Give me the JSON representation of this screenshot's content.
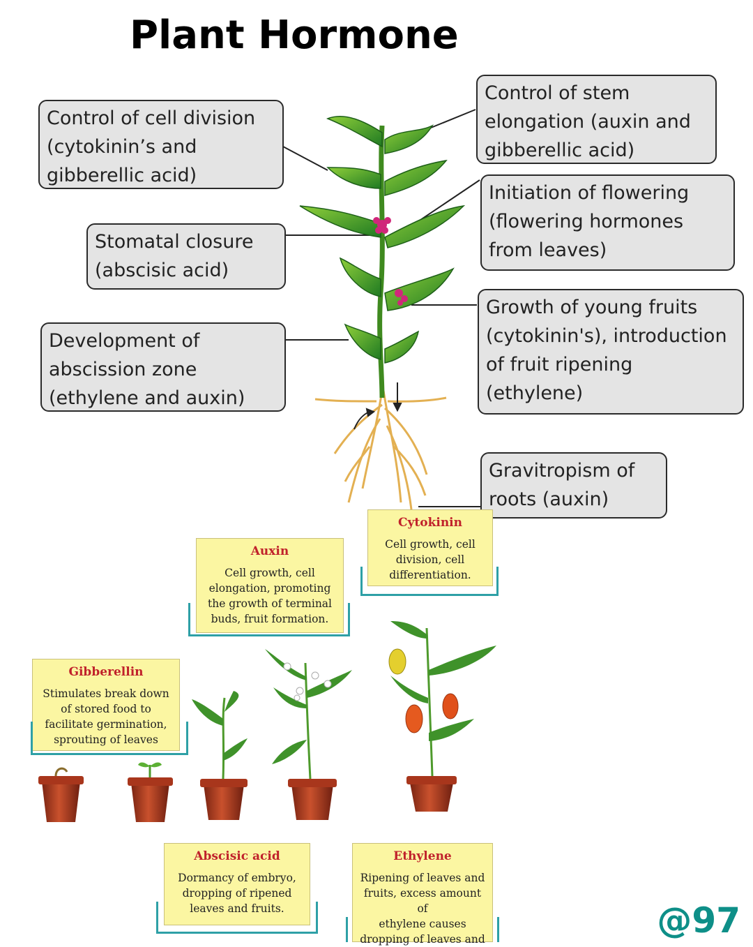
{
  "title": "Plant Hormone",
  "callouts": {
    "cell_division": "Control of cell division\n(cytokinin’s and\ngibberellic acid)",
    "stem_elongation": "Control of stem\nelongation (auxin and\ngibberellic acid)",
    "flowering": "Initiation of flowering\n(flowering hormones\nfrom leaves)",
    "stomatal": "Stomatal closure\n(abscisic acid)",
    "young_fruits": "Growth of young fruits\n(cytokinin's), introduction\nof fruit ripening\n(ethylene)",
    "abscission": "Development of\nabscission zone\n(ethylene and auxin)",
    "gravitropism": "Gravitropism of\nroots (auxin)"
  },
  "cards": {
    "cytokinin": {
      "title": "Cytokinin",
      "body": "Cell growth, cell\ndivision, cell\ndifferentiation."
    },
    "auxin": {
      "title": "Auxin",
      "body": "Cell growth, cell\nelongation, promoting\nthe growth of terminal\nbuds, fruit formation."
    },
    "gibberellin": {
      "title": "Gibberellin",
      "body": "Stimulates break down\nof stored food to\nfacilitate germination,\nsprouting of leaves"
    },
    "abscisic": {
      "title": "Abscisic acid",
      "body": "Dormancy of embryo,\ndropping of ripened\nleaves and fruits."
    },
    "ethylene": {
      "title": "Ethylene",
      "body": "Ripening of leaves and\nfruits, excess amount of\nethylene causes\ndropping of leaves and"
    }
  },
  "handle": "@97",
  "colors": {
    "callout_bg": "#e4e4e4",
    "card_bg": "#fbf6a2",
    "card_title": "#c0212b",
    "bracket": "#2ea0a6",
    "leaf": "#3d9a2e",
    "flower": "#d0277a",
    "root": "#e0b25a",
    "pot": "#a8361c",
    "handle": "#0e8f88"
  }
}
